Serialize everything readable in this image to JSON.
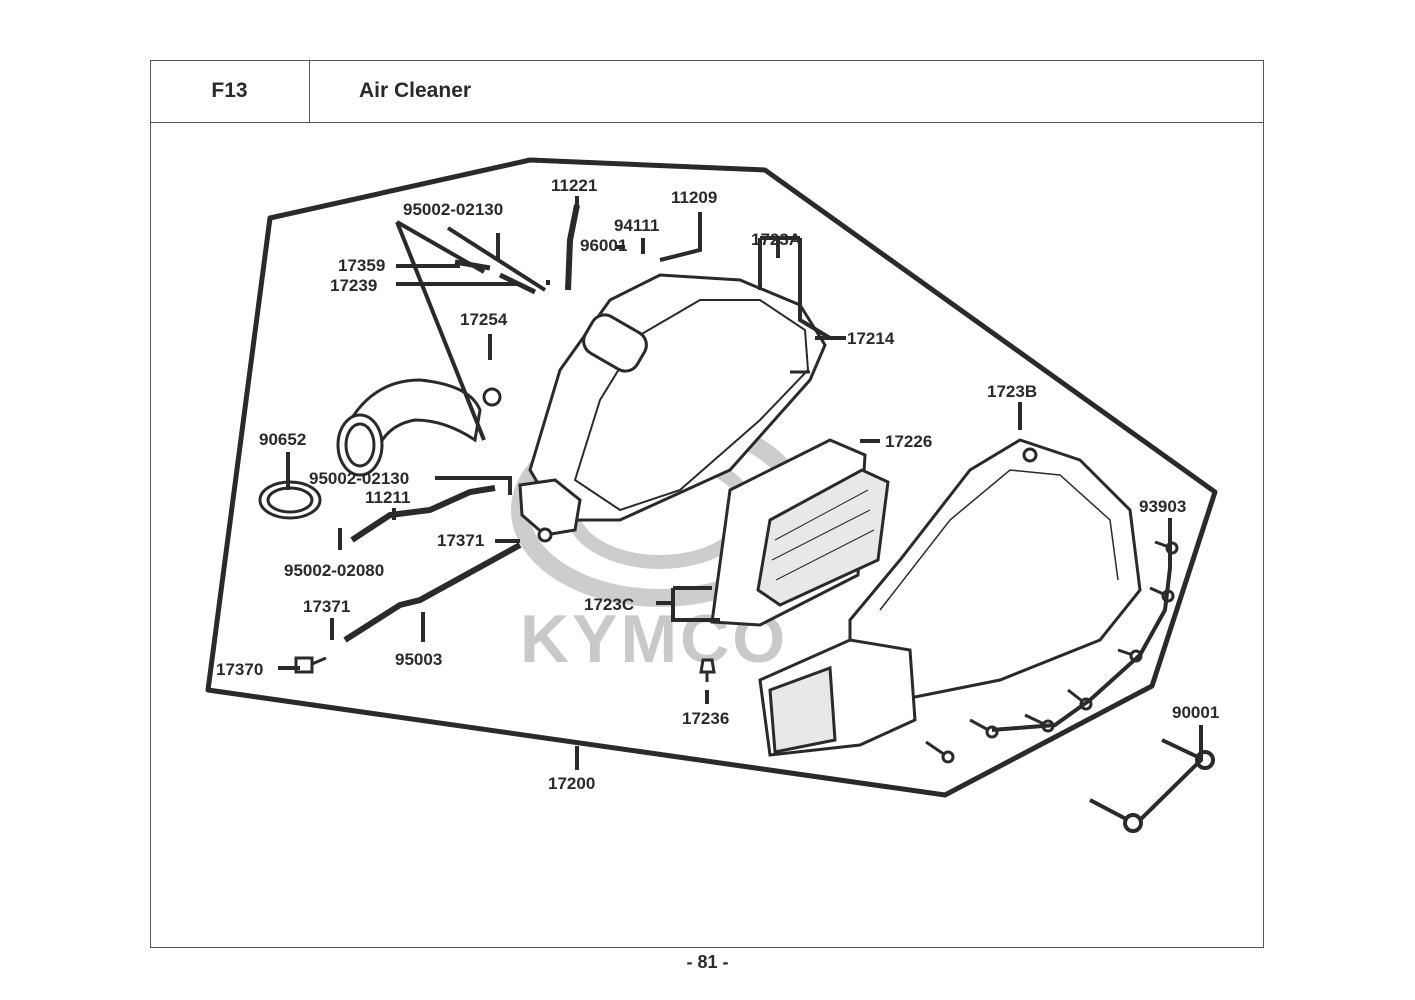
{
  "header": {
    "code": "F13",
    "title": "Air Cleaner"
  },
  "watermark": {
    "brand": "KYMCO"
  },
  "parts": {
    "p11221": "11221",
    "p11209": "11209",
    "p94111": "94111",
    "p96001": "96001",
    "p95002_02130_a": "95002-02130",
    "p17359": "17359",
    "p17239": "17239",
    "p17254": "17254",
    "p1723A": "1723A",
    "p17214": "17214",
    "p1723B": "1723B",
    "p90652": "90652",
    "p95002_02130_b": "95002-02130",
    "p11211": "11211",
    "p17226": "17226",
    "p93903": "93903",
    "p95002_02080": "95002-02080",
    "p17371_a": "17371",
    "p1723C": "1723C",
    "p17371_b": "17371",
    "p17370": "17370",
    "p95003": "95003",
    "p17236": "17236",
    "p90001": "90001",
    "p17200": "17200"
  },
  "footer": {
    "page": "- 81 -"
  }
}
